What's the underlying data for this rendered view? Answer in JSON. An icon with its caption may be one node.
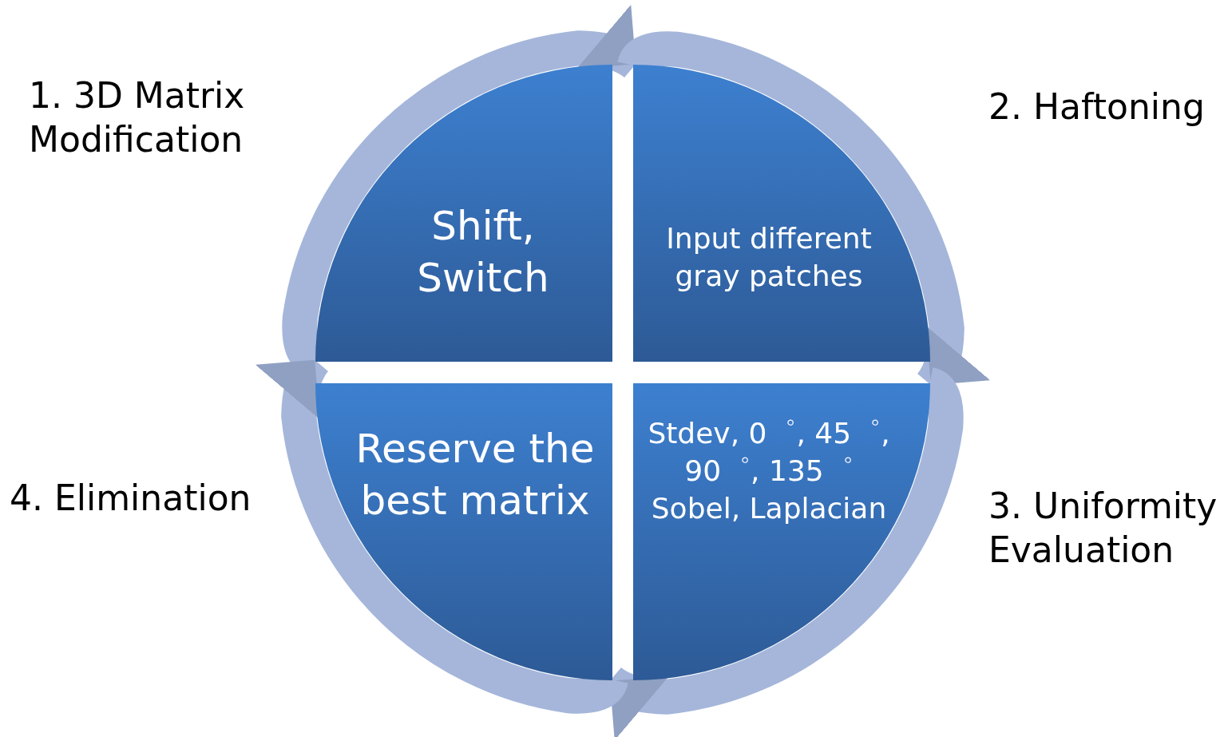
{
  "diagram": {
    "nodes": [
      {
        "text": [
          "Shift, Switch"
        ],
        "beside": [
          "1. 3D Matrix Modification"
        ]
      },
      {
        "text": [
          "Input different gray patches"
        ],
        "beside": [
          "2. Haftoning"
        ]
      },
      {
        "text": [
          "Stdev, 0゜, 45゜, 90゜, 135゜ Sobel, Laplacian"
        ],
        "beside": [
          "3. Uniformity Evaluation"
        ]
      },
      {
        "text": [
          "Reserve the best matrix"
        ],
        "beside": [
          "4. Elimination"
        ]
      }
    ],
    "edges": [
      {
        "from": 0,
        "to": 1,
        "arrow": "to"
      },
      {
        "from": 1,
        "to": 2,
        "arrow": "to"
      },
      {
        "from": 2,
        "to": 3,
        "arrow": "to"
      },
      {
        "from": 3,
        "to": 0,
        "arrow": "to"
      }
    ]
  }
}
